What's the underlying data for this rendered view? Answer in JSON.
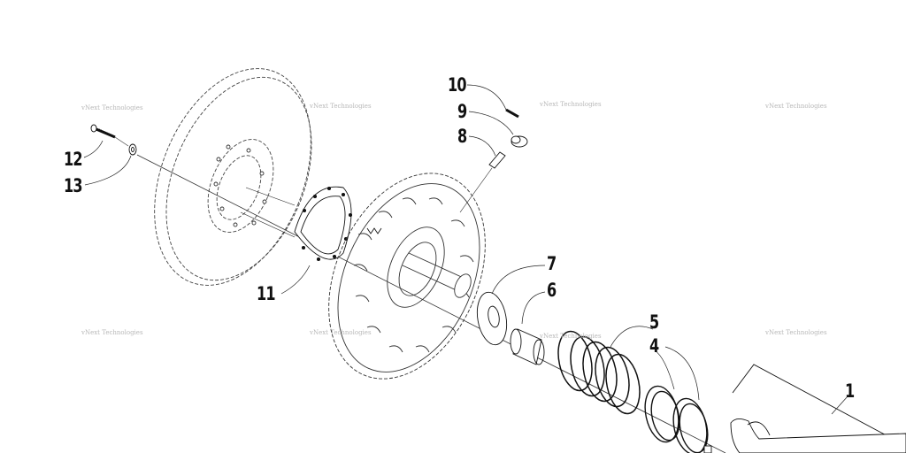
{
  "callouts": {
    "c1": "1",
    "c4": "4",
    "c5": "5",
    "c6": "6",
    "c7": "7",
    "c8": "8",
    "c9": "9",
    "c10": "10",
    "c11": "11",
    "c12": "12",
    "c13": "13"
  },
  "watermark": "vNext Technologies"
}
